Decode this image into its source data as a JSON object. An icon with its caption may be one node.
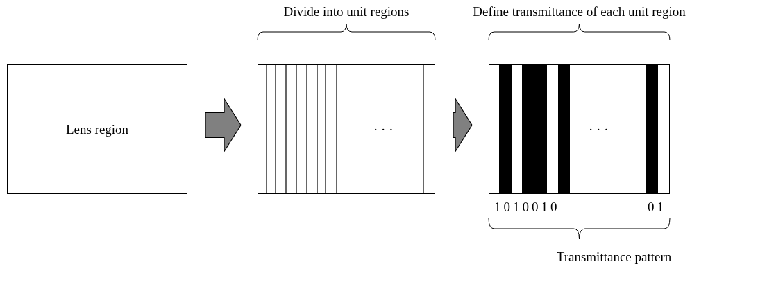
{
  "diagram": {
    "nodes": [
      {
        "text": [
          "Lens region"
        ]
      },
      {
        "text": [
          "Divide into unit regions",
          "· · ·"
        ]
      },
      {
        "text": [
          "Define transmittance of each unit region",
          "· · ·"
        ],
        "beside": [
          "1010010",
          "01",
          "Transmittance pattern"
        ]
      }
    ],
    "edges": [
      {
        "from": 0,
        "to": 1,
        "arrow": "to"
      },
      {
        "from": 1,
        "to": 2,
        "arrow": "to"
      }
    ]
  }
}
